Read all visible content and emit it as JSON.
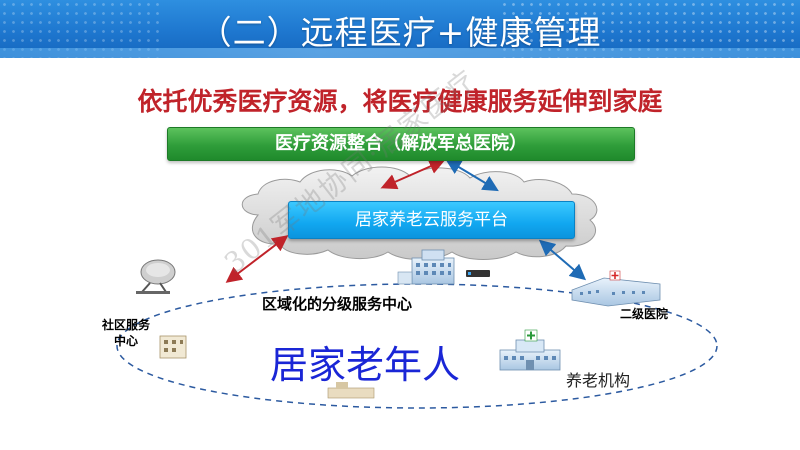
{
  "header": {
    "title": "（二）远程医疗+健康管理"
  },
  "subtitle": "依托优秀医疗资源，将医疗健康服务延伸到家庭",
  "diagram": {
    "top_box": "医疗资源整合（解放军总医院）",
    "cloud_box": "居家养老云服务平台",
    "regional_center": "区域化的分级服务中心",
    "community_center": "社区服务中心",
    "second_hospital": "二级医院",
    "elderly": "居家老年人",
    "nursing": "养老机构",
    "watermark": "301军地协同·居家医疗"
  },
  "colors": {
    "header_blue": "#1e77cf",
    "subtitle_red": "#c0232a",
    "green_bar": "#2f9d3a",
    "cloud_box_blue": "#11a7f0",
    "arrow_red": "#c0232a",
    "arrow_blue": "#1f6bb5",
    "elderly_blue": "#1a26d6"
  }
}
